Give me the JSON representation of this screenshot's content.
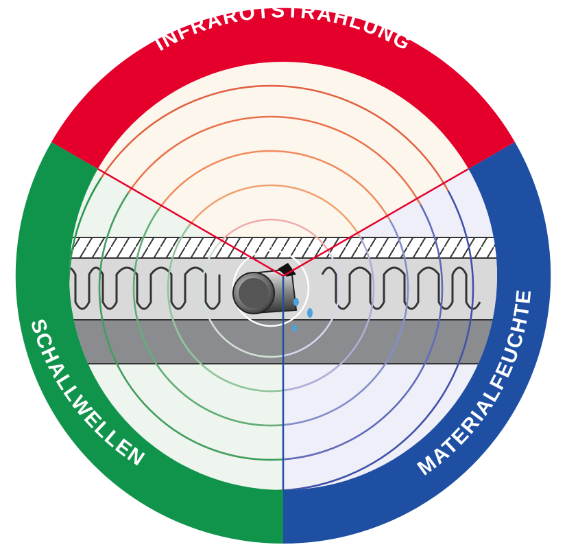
{
  "labels": {
    "top": "INFRAROTSTRAHLUNG",
    "left": "SCHALLWELLEN",
    "right": "MATERIALFEUCHTE"
  },
  "colors": {
    "red": "#e4002b",
    "green": "#10934a",
    "blue": "#1e4fa3",
    "ring_red": "#f08a5d",
    "ring_green": "#5cb07a",
    "ring_blue": "#7f8fd0"
  }
}
